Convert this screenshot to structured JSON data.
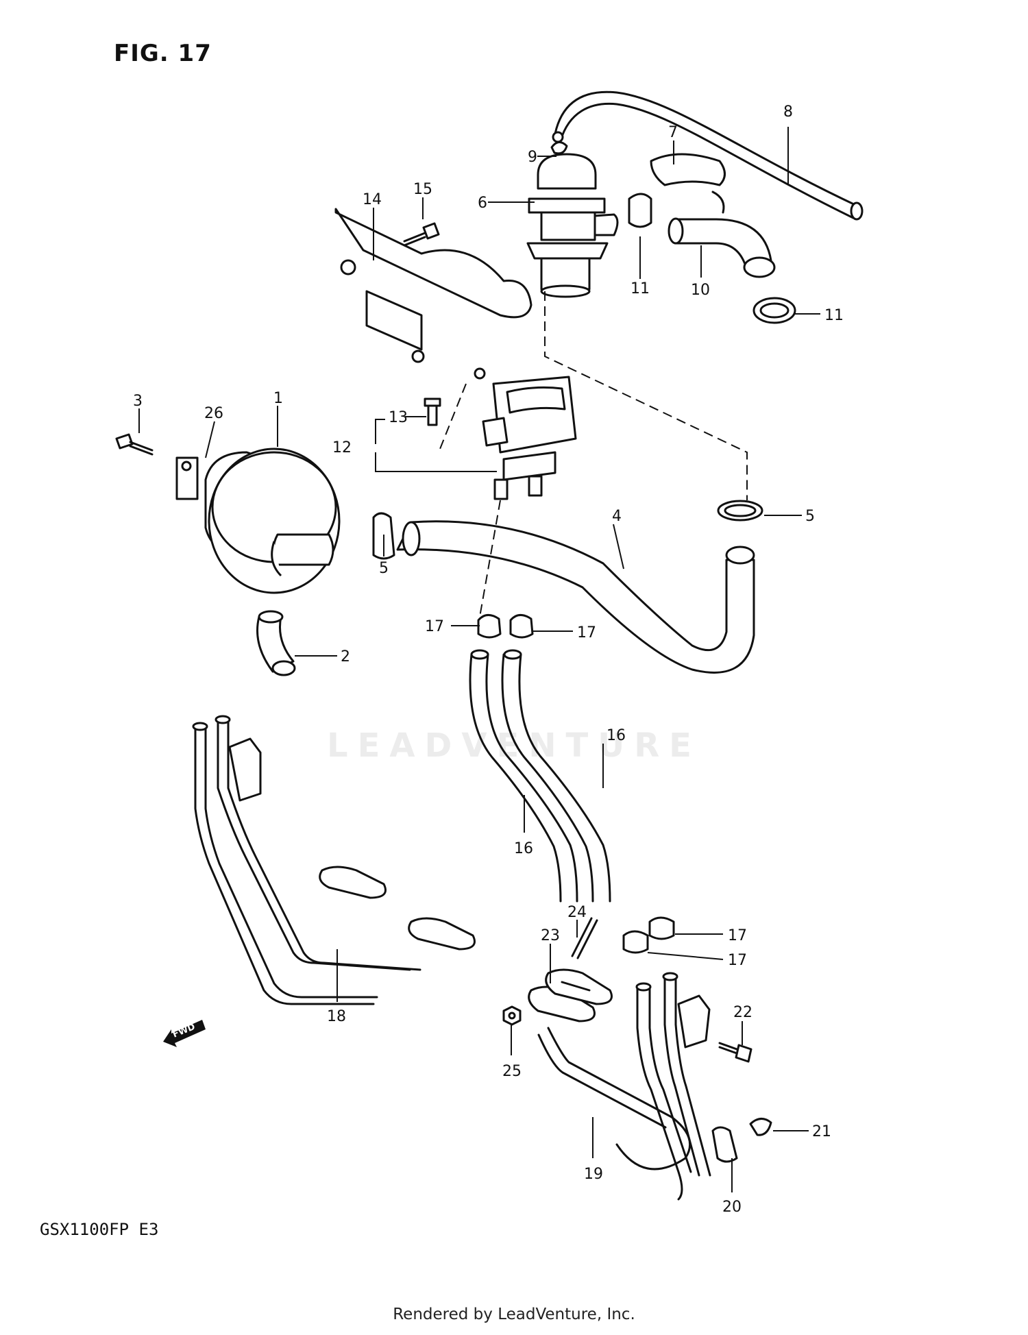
{
  "figure": {
    "title": "FIG. 17",
    "model_code": "GSX1100FP  E3",
    "watermark": "LEADVENTURE",
    "footer": "Rendered by LeadVenture, Inc.",
    "fwd_label": "FWD"
  },
  "callouts": [
    {
      "id": "c1",
      "label": "1"
    },
    {
      "id": "c2",
      "label": "2"
    },
    {
      "id": "c3",
      "label": "3"
    },
    {
      "id": "c4",
      "label": "4"
    },
    {
      "id": "c5a",
      "label": "5"
    },
    {
      "id": "c5b",
      "label": "5"
    },
    {
      "id": "c6",
      "label": "6"
    },
    {
      "id": "c7",
      "label": "7"
    },
    {
      "id": "c8",
      "label": "8"
    },
    {
      "id": "c9",
      "label": "9"
    },
    {
      "id": "c10",
      "label": "10"
    },
    {
      "id": "c11a",
      "label": "11"
    },
    {
      "id": "c11b",
      "label": "11"
    },
    {
      "id": "c12",
      "label": "12"
    },
    {
      "id": "c13",
      "label": "13"
    },
    {
      "id": "c14",
      "label": "14"
    },
    {
      "id": "c15",
      "label": "15"
    },
    {
      "id": "c16a",
      "label": "16"
    },
    {
      "id": "c16b",
      "label": "16"
    },
    {
      "id": "c17a",
      "label": "17"
    },
    {
      "id": "c17b",
      "label": "17"
    },
    {
      "id": "c17c",
      "label": "17"
    },
    {
      "id": "c17d",
      "label": "17"
    },
    {
      "id": "c18",
      "label": "18"
    },
    {
      "id": "c19",
      "label": "19"
    },
    {
      "id": "c20",
      "label": "20"
    },
    {
      "id": "c21",
      "label": "21"
    },
    {
      "id": "c22",
      "label": "22"
    },
    {
      "id": "c23",
      "label": "23"
    },
    {
      "id": "c24",
      "label": "24"
    },
    {
      "id": "c25",
      "label": "25"
    },
    {
      "id": "c26",
      "label": "26"
    }
  ]
}
